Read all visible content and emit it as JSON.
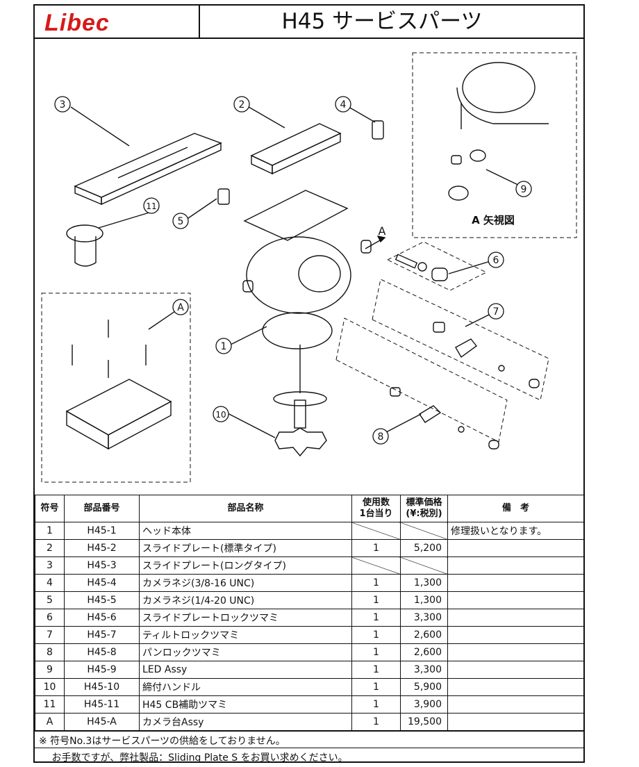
{
  "brand": "Libec",
  "title": "H45 サービスパーツ",
  "diagram": {
    "callouts": [
      "1",
      "2",
      "3",
      "4",
      "5",
      "6",
      "7",
      "8",
      "9",
      "10",
      "11",
      "A"
    ],
    "view_label": "A 矢視図",
    "arrow_label": "A"
  },
  "table": {
    "headers": {
      "symbol": "符号",
      "part_no": "部品番号",
      "part_name": "部品名称",
      "qty": "使用数\n1台当り",
      "price": "標準価格\n(¥:税別)",
      "remarks": "備　考"
    },
    "rows": [
      {
        "symbol": "1",
        "part_no": "H45-1",
        "name": "ヘッド本体",
        "qty": "",
        "price": "",
        "remarks": "修理扱いとなります。",
        "slash": true
      },
      {
        "symbol": "2",
        "part_no": "H45-2",
        "name": "スライドプレート(標準タイプ)",
        "qty": "1",
        "price": "5,200",
        "remarks": "",
        "slash": false
      },
      {
        "symbol": "3",
        "part_no": "H45-3",
        "name": "スライドプレート(ロングタイプ)",
        "qty": "",
        "price": "",
        "remarks": "",
        "slash": true
      },
      {
        "symbol": "4",
        "part_no": "H45-4",
        "name": "カメラネジ(3/8-16 UNC)",
        "qty": "1",
        "price": "1,300",
        "remarks": "",
        "slash": false
      },
      {
        "symbol": "5",
        "part_no": "H45-5",
        "name": "カメラネジ(1/4-20 UNC)",
        "qty": "1",
        "price": "1,300",
        "remarks": "",
        "slash": false
      },
      {
        "symbol": "6",
        "part_no": "H45-6",
        "name": "スライドプレートロックツマミ",
        "qty": "1",
        "price": "3,300",
        "remarks": "",
        "slash": false
      },
      {
        "symbol": "7",
        "part_no": "H45-7",
        "name": "ティルトロックツマミ",
        "qty": "1",
        "price": "2,600",
        "remarks": "",
        "slash": false
      },
      {
        "symbol": "8",
        "part_no": "H45-8",
        "name": "パンロックツマミ",
        "qty": "1",
        "price": "2,600",
        "remarks": "",
        "slash": false
      },
      {
        "symbol": "9",
        "part_no": "H45-9",
        "name": "LED Assy",
        "qty": "1",
        "price": "3,300",
        "remarks": "",
        "slash": false
      },
      {
        "symbol": "10",
        "part_no": "H45-10",
        "name": "締付ハンドル",
        "qty": "1",
        "price": "5,900",
        "remarks": "",
        "slash": false
      },
      {
        "symbol": "11",
        "part_no": "H45-11",
        "name": "H45 CB補助ツマミ",
        "qty": "1",
        "price": "3,900",
        "remarks": "",
        "slash": false
      },
      {
        "symbol": "A",
        "part_no": "H45-A",
        "name": "カメラ台Assy",
        "qty": "1",
        "price": "19,500",
        "remarks": "",
        "slash": false
      }
    ]
  },
  "notes": [
    "※ 符号No.3はサービスパーツの供給をしておりません。",
    "　 お手数ですが、弊社製品：Sliding Plate S をお買い求めください。"
  ],
  "colors": {
    "brand_red": "#d61a1a",
    "line": "#111111"
  }
}
